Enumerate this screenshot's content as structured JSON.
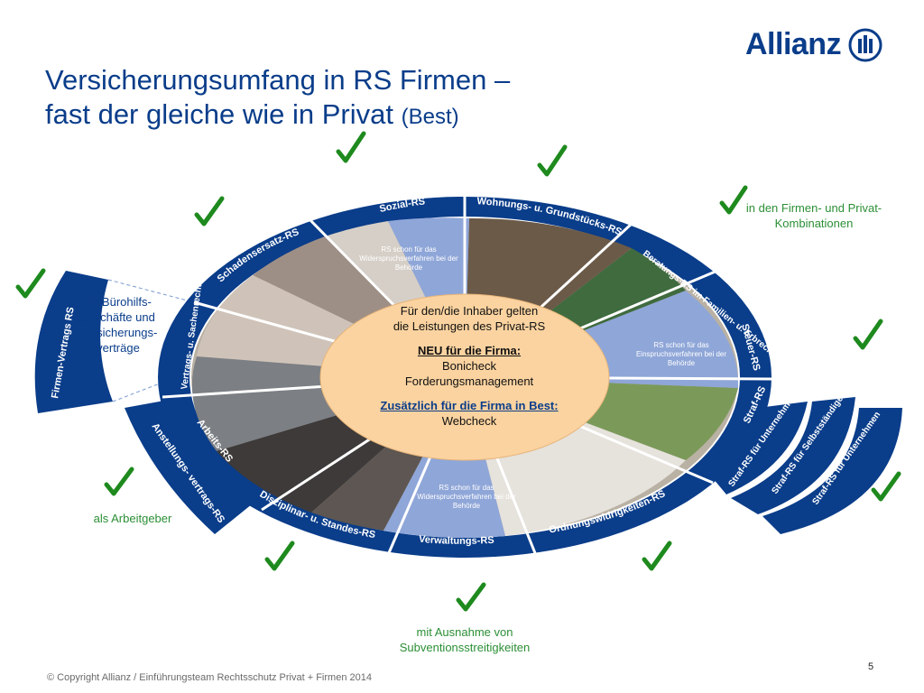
{
  "brand": {
    "name": "Allianz"
  },
  "title": {
    "line1": "Versicherungsumfang in RS Firmen –",
    "line2_main": "fast der gleiche wie in Privat",
    "line2_suffix": "(Best)"
  },
  "ring_labels": {
    "sozial": "Sozial-RS",
    "wohnung": "Wohnungs- u. Grundstücks-RS",
    "beratung": "Beratungs-RS im Familien- u. Erbrecht",
    "steuer": "Steuer-RS",
    "straf": "Straf-RS",
    "ordnung": "Ordnungswidrigkeiten-RS",
    "verwaltung": "Verwaltungs-RS",
    "disziplinar": "Disziplinar- u. Standes-RS",
    "arbeit": "Arbeits-RS",
    "vertrag": "Vertrags- u. Sachenrechts-RS",
    "schaden": "Schadensersatz-RS"
  },
  "outer_labels": {
    "firmen_vertrag": "Firmen-Vertrags RS",
    "anstellung": "Anstellungs- vertrags-RS",
    "straf_leiter": "Straf-RS für Unternehmensleiter",
    "straf_selbst": "Straf-RS für Selbstständige",
    "straf_unternehmen": "Straf-RS für Unternehmen"
  },
  "inner_notes": {
    "top": "RS schon für das Widerspruchsverfahren bei der Behörde",
    "right": "RS schon für das Einspruchsverfahren bei der Behörde",
    "bottom": "RS schon für das Widerspruchsverfahren bei der Behörde"
  },
  "center": {
    "line1": "Für den/die Inhaber gelten",
    "line2": "die Leistungen des Privat-RS",
    "neu_header": "NEU für die Firma:",
    "neu_item1": "Bonicheck",
    "neu_item2": "Forderungsmanagement",
    "best_header": "Zusätzlich für die Firma in Best:",
    "best_item": "Webcheck"
  },
  "side_notes": {
    "bureau": "für Bürohilfs- geschäfte und Versicherungs- verträge",
    "combinations": "in den Firmen- und Privat-Kombinationen",
    "employer": "als Arbeitgeber",
    "exception": "mit Ausnahme von Subventionsstreitigkeiten"
  },
  "footer": {
    "copyright": "© Copyright Allianz / Einführungsteam Rechtsschutz Privat + Firmen 2014",
    "page": "5"
  },
  "colors": {
    "navy": "#0a3d8a",
    "check": "#1e8a1e",
    "note_green": "#2b8f35",
    "center_fill": "#fbd3a0",
    "wedge_blue": "#8fa6d8"
  },
  "icons": [
    "checkmark-icon"
  ]
}
